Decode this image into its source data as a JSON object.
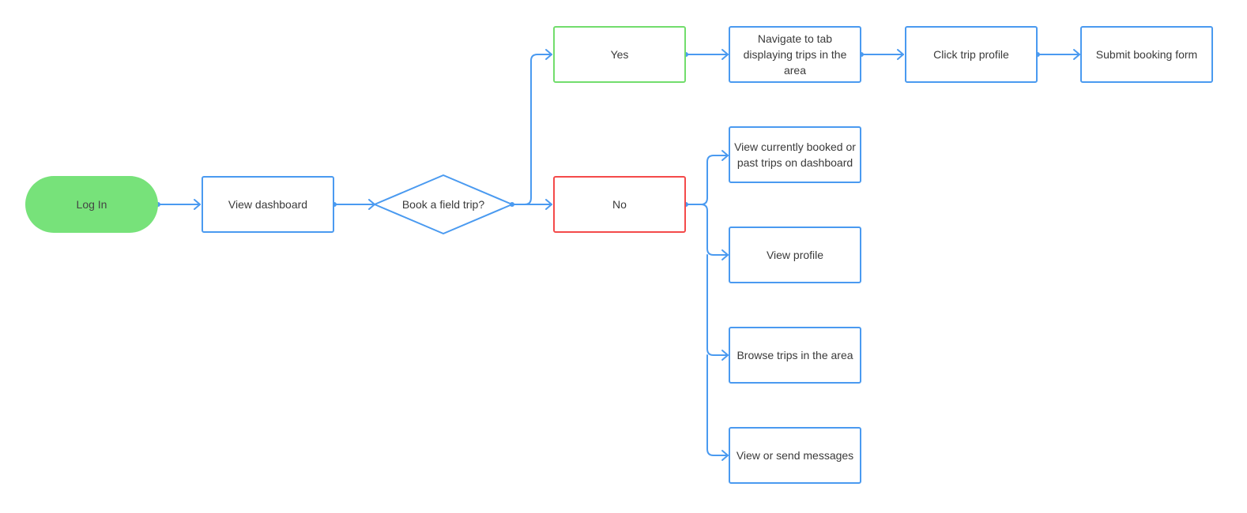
{
  "colors": {
    "connector": "#4a9af0",
    "node_border": "#4a9af0",
    "terminal_fill": "#77e27a",
    "yes_border": "#72dd6c",
    "no_border": "#f44a4a"
  },
  "nodes": {
    "login": "Log In",
    "dashboard": "View dashboard",
    "decision": "Book a field trip?",
    "yes": "Yes",
    "no": "No",
    "navigate": "Navigate to tab displaying trips in the area",
    "click_trip": "Click trip profile",
    "submit": "Submit booking form",
    "view_booked": "View currently booked or past trips on dashboard",
    "view_profile": "View profile",
    "browse": "Browse trips in the area",
    "messages": "View or send messages"
  }
}
